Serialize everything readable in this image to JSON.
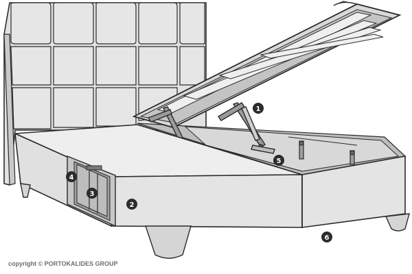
{
  "callouts": [
    {
      "label": "1"
    },
    {
      "label": "2"
    },
    {
      "label": "3"
    },
    {
      "label": "4"
    },
    {
      "label": "5"
    },
    {
      "label": "6"
    }
  ],
  "copyright": "copyright © PORTOKALIDES GROUP",
  "colors": {
    "fabric": "#e2e2e2",
    "fabric_dark": "#c9c9c9",
    "outline": "#2a2a2a",
    "marker": "#2b2b2b",
    "hardware": "#6a6a6a"
  }
}
